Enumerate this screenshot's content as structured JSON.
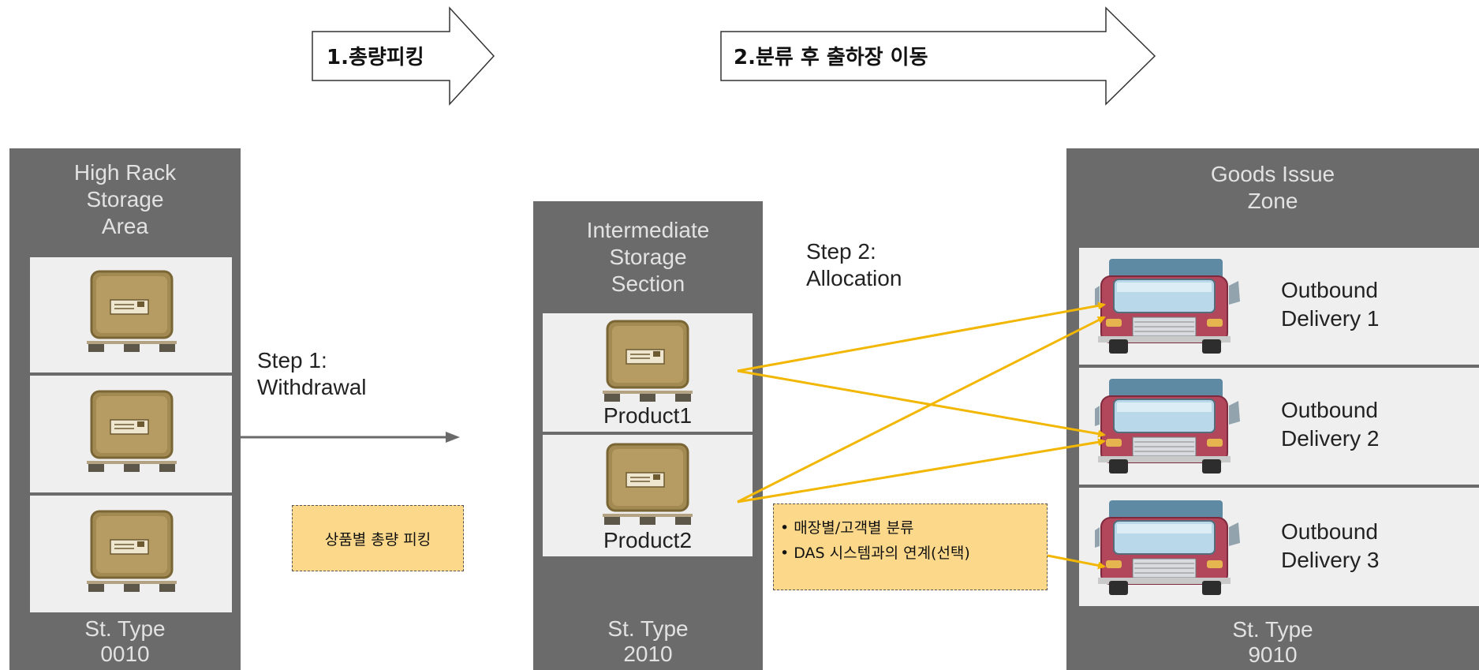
{
  "process_steps": [
    {
      "label": "1.총량피킹"
    },
    {
      "label": "2.분류 후 출하장 이동"
    }
  ],
  "areas": {
    "high_rack": {
      "title": "High Rack\nStorage\nArea",
      "footer": "St. Type\n0010"
    },
    "intermediate": {
      "title": "Intermediate\nStorage\nSection",
      "footer": "St. Type\n2010",
      "products": [
        "Product1",
        "Product2"
      ]
    },
    "goods_issue": {
      "title": "Goods Issue\nZone",
      "footer": "St. Type\n9010",
      "deliveries": [
        "Outbound\nDelivery 1",
        "Outbound\nDelivery 2",
        "Outbound\nDelivery 3"
      ]
    }
  },
  "flow_steps": {
    "step1": "Step 1:\nWithdrawal",
    "step2": "Step 2:\nAllocation"
  },
  "notes": {
    "picking": "상품별 총량 피킹",
    "sorting": [
      "매장별/고객별 분류",
      "DAS 시스템과의 연계(선택)"
    ]
  },
  "colors": {
    "column": "#6b6b6b",
    "slot": "#efefef",
    "arrow": "#f2b705",
    "note_bg": "#fcd98a"
  }
}
